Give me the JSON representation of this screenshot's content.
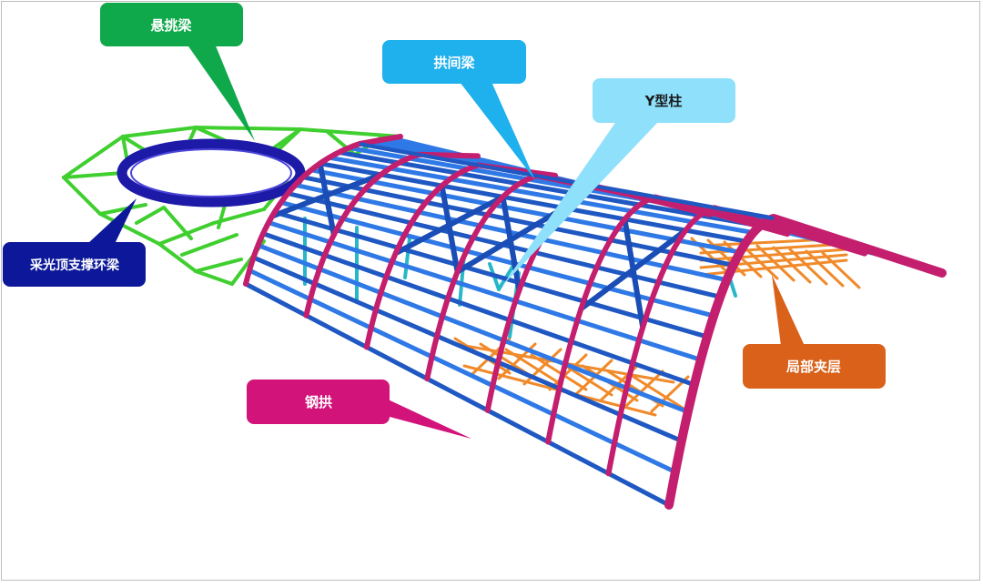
{
  "callouts": [
    {
      "id": "cantilever-beam",
      "text": "悬挑梁",
      "color": "#0fa84a",
      "text_color": "#ffffff"
    },
    {
      "id": "inter-arch-beam",
      "text": "拱间梁",
      "color": "#1fb0ee",
      "text_color": "#ffffff"
    },
    {
      "id": "y-column",
      "text": "Y型柱",
      "color": "#8fe0fb",
      "text_color": "#1a1a1a"
    },
    {
      "id": "skylight-ring-beam",
      "text": "采光顶支撑环梁",
      "color": "#0c1899",
      "text_color": "#ffffff"
    },
    {
      "id": "steel-arch",
      "text": "钢拱",
      "color": "#d2137a",
      "text_color": "#ffffff"
    },
    {
      "id": "local-mezzanine",
      "text": "局部夹层",
      "color": "#d9611a",
      "text_color": "#ffffff"
    }
  ],
  "colors": {
    "arch": "#c41e6e",
    "purlin": "#2f79e6",
    "purlin_dark": "#1f58c2",
    "brace": "#1a4db5",
    "green_frame": "#3fcf2f",
    "ring": "#1d1aa8",
    "mezzanine": "#f08a2a",
    "column": "#27b7c9"
  },
  "icons": [
    "callout-pointer-icon"
  ]
}
